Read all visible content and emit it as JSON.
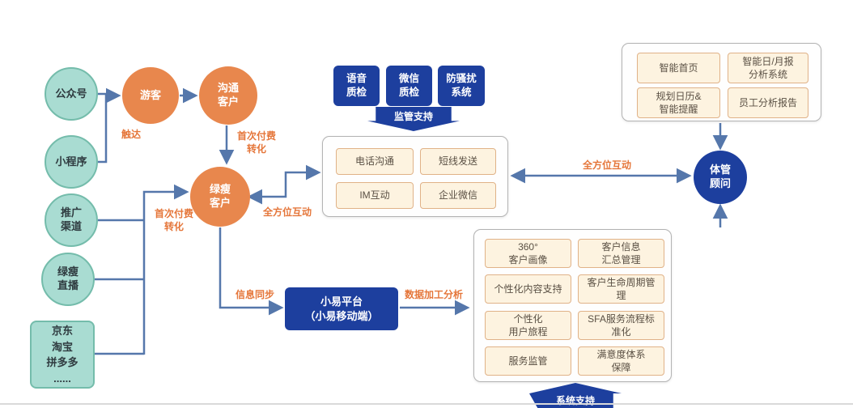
{
  "colors": {
    "teal_fill": "#a9dcd2",
    "teal_border": "#74bcab",
    "orange_node": "#e8874d",
    "blue_node": "#1d3f9e",
    "connector": "#5577ab",
    "label_orange": "#e5763a",
    "card_fill": "#fdf3e0",
    "card_border": "#e0b288"
  },
  "channels": {
    "public_account": "公众号",
    "mini_program": "小程序",
    "promo_channel": "推广\n渠道",
    "live_stream": "绿瘦\n直播",
    "ecommerce": "京东\n淘宝\n拼多多\n......"
  },
  "funnel": {
    "visitor": "游客",
    "comm_customer": "沟通\n客户",
    "ls_customer": "绿瘦\n客户"
  },
  "qc": {
    "boxes": [
      "语音\n质检",
      "微信\n质检",
      "防骚扰\n系统"
    ],
    "banner": "监管支持"
  },
  "touch_box": {
    "items": [
      "电话沟通",
      "短线发送",
      "IM互动",
      "企业微信"
    ]
  },
  "smart_box": {
    "items": [
      "智能首页",
      "智能日/月报\n分析系统",
      "规划日历&\n智能提醒",
      "员工分析报告"
    ]
  },
  "advisor": "体管\n顾问",
  "platform": "小易平台\n（小易移动端）",
  "service_box": {
    "items": [
      "360°\n客户画像",
      "客户信息\n汇总管理",
      "个性化内容支持",
      "客户生命周期管\n理",
      "个性化\n用户旅程",
      "SFA服务流程标\n准化",
      "服务监管",
      "满意度体系\n保障"
    ],
    "banner": "系统支持"
  },
  "edge_labels": {
    "reach": "触达",
    "first_pay_top": "首次付费\n转化",
    "first_pay_left": "首次付费\n转化",
    "omni_left": "全方位互动",
    "omni_right": "全方位互动",
    "info_sync": "信息同步",
    "data_analysis": "数据加工分析"
  }
}
